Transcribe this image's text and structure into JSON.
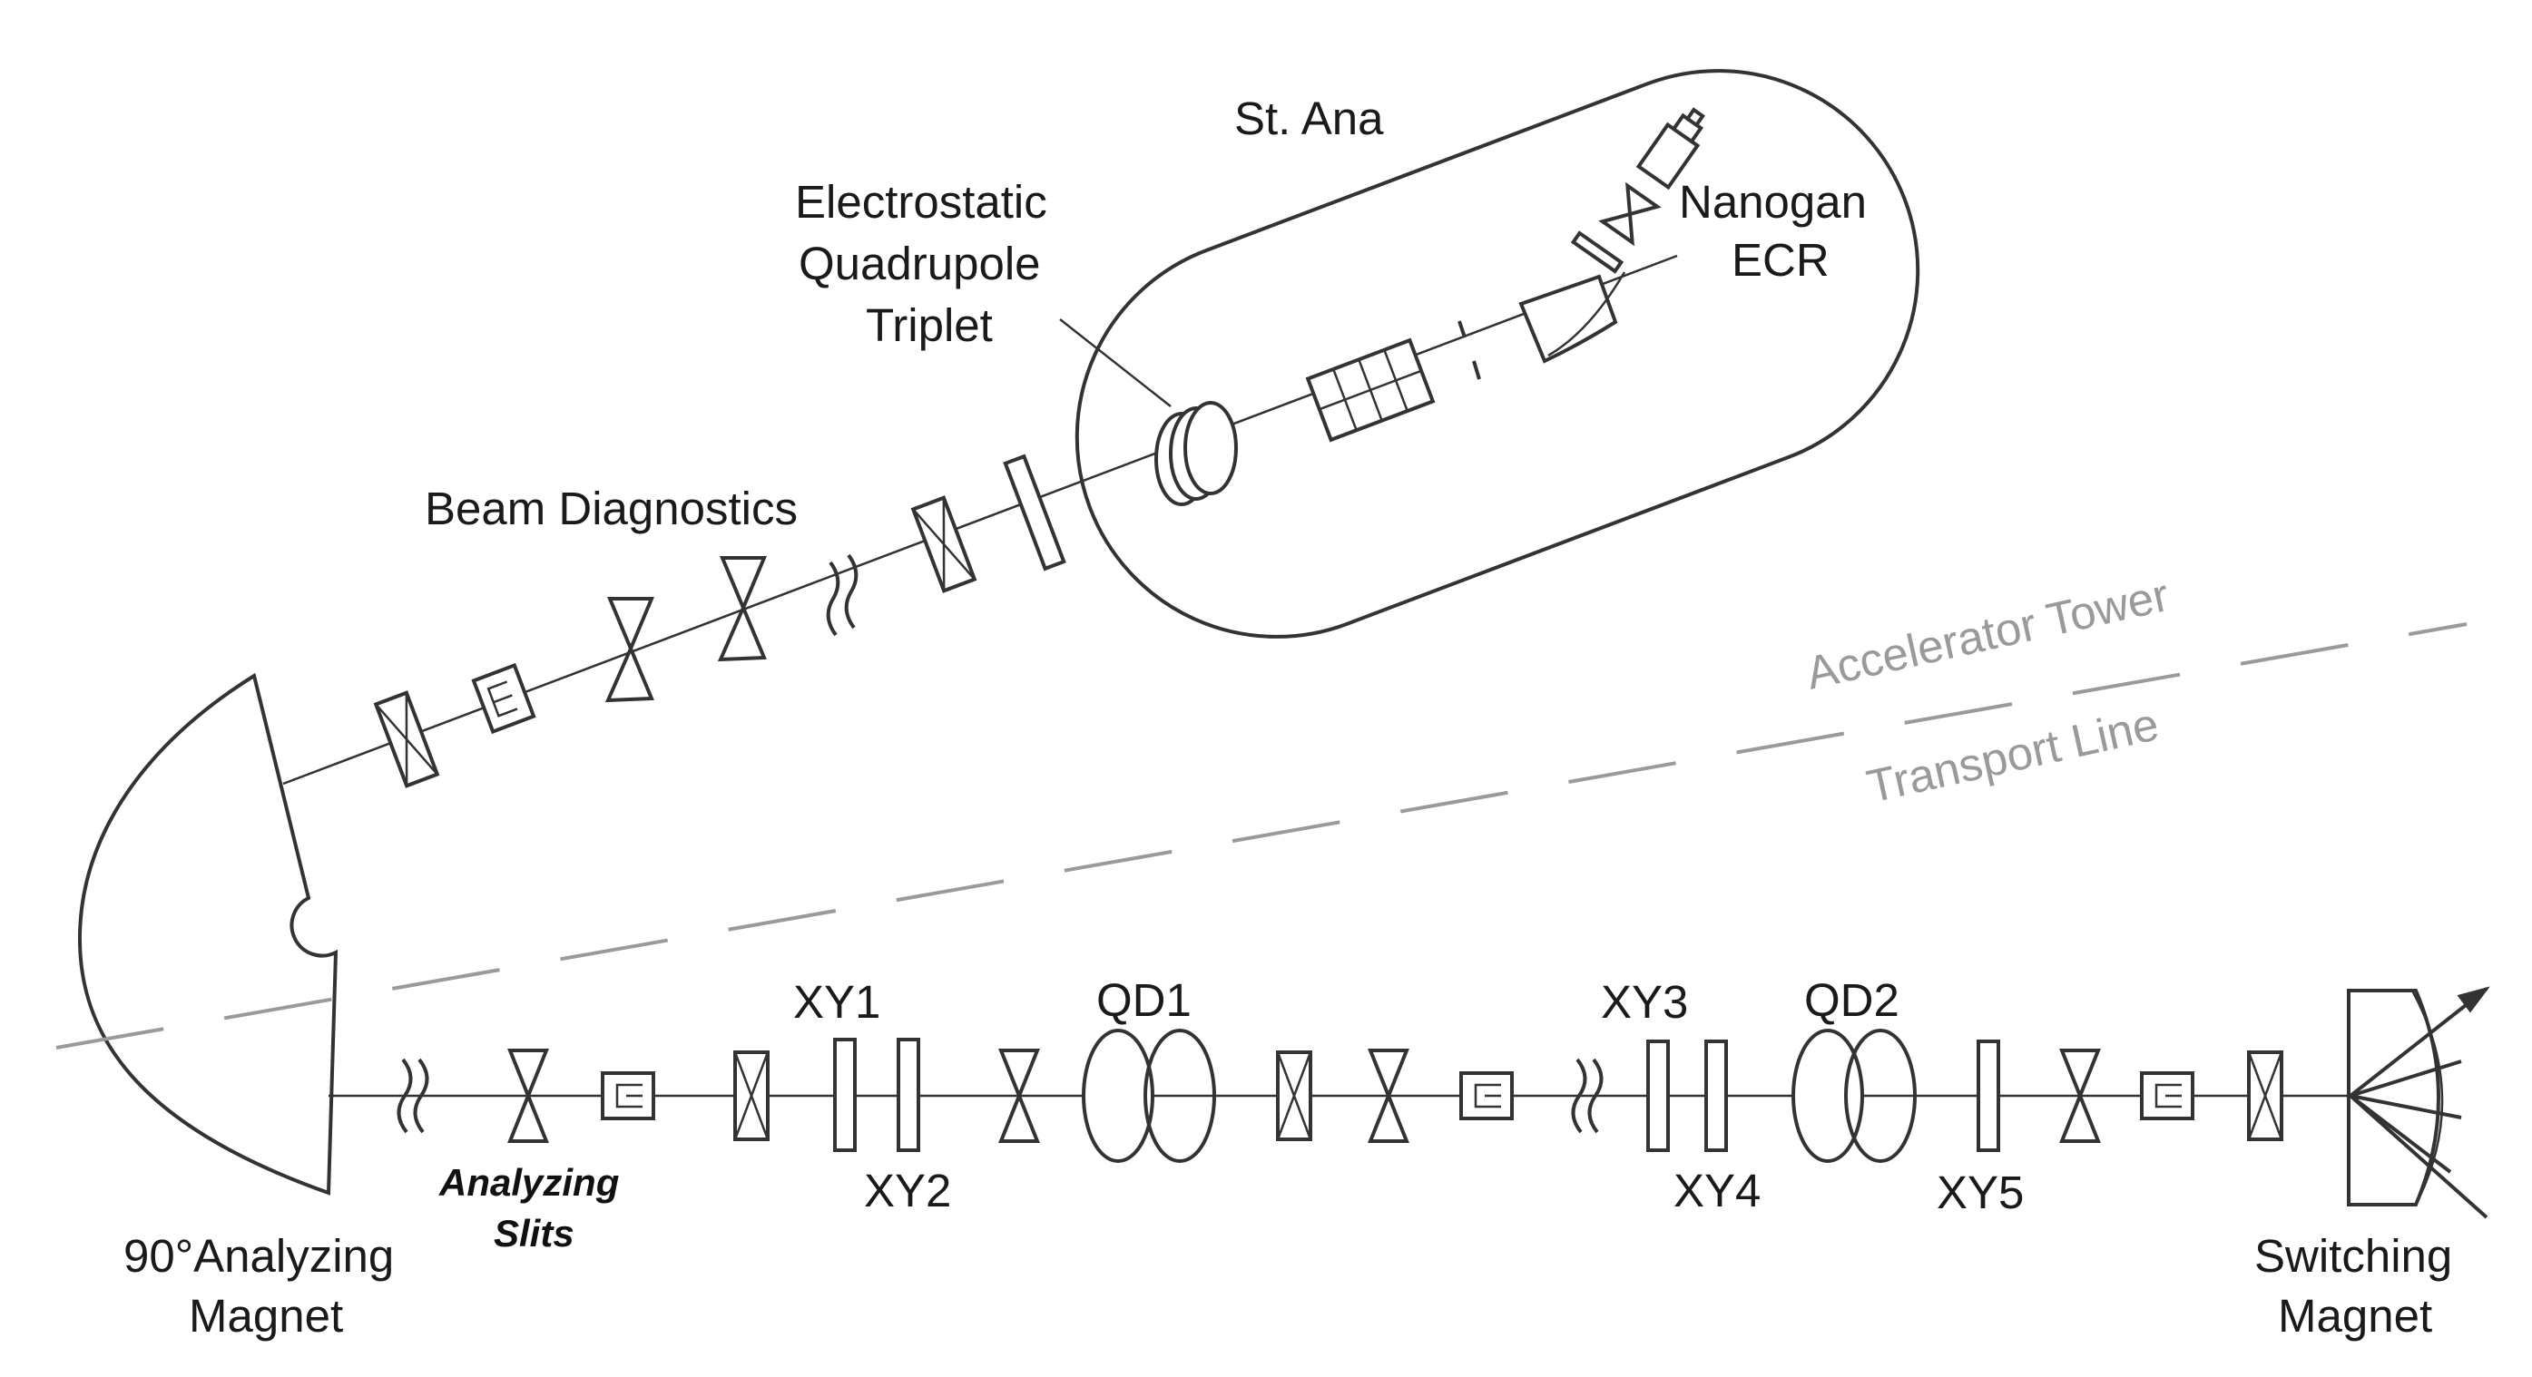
{
  "labels": {
    "st_ana": "St. Ana",
    "nanogan_ecr": [
      "Nanogan",
      "ECR"
    ],
    "eqt": [
      "Electrostatic",
      "Quadrupole",
      "Triplet"
    ],
    "beam_diagnostics": "Beam Diagnostics",
    "accelerator_tower": "Accelerator Tower",
    "transport_line": "Transport Line",
    "xy1": "XY1",
    "xy2": "XY2",
    "qd1": "QD1",
    "xy3": "XY3",
    "xy4": "XY4",
    "qd2": "QD2",
    "xy5": "XY5",
    "analyzing_slits": [
      "Analyzing",
      "Slits"
    ],
    "analyzing_magnet": [
      "90°Analyzing",
      "Magnet"
    ],
    "switching_magnet": [
      "Switching",
      "Magnet"
    ]
  },
  "colors": {
    "line": "#333333",
    "divider": "#9a9a9a",
    "text": "#1a1a1a"
  }
}
